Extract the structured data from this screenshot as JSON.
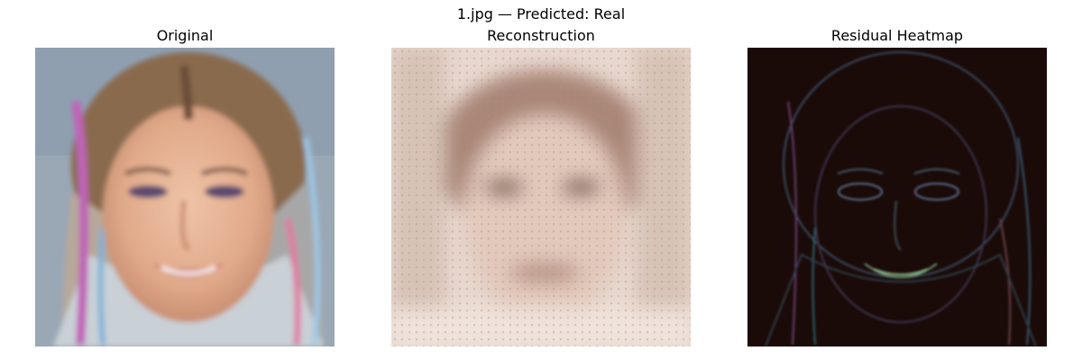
{
  "figure": {
    "suptitle": "1.jpg — Predicted: Real",
    "panels": [
      {
        "title": "Original",
        "image_desc": "face-photo-original"
      },
      {
        "title": "Reconstruction",
        "image_desc": "blurry-sepia-reconstruction"
      },
      {
        "title": "Residual Heatmap",
        "image_desc": "dark-edge-residual-map"
      }
    ]
  }
}
